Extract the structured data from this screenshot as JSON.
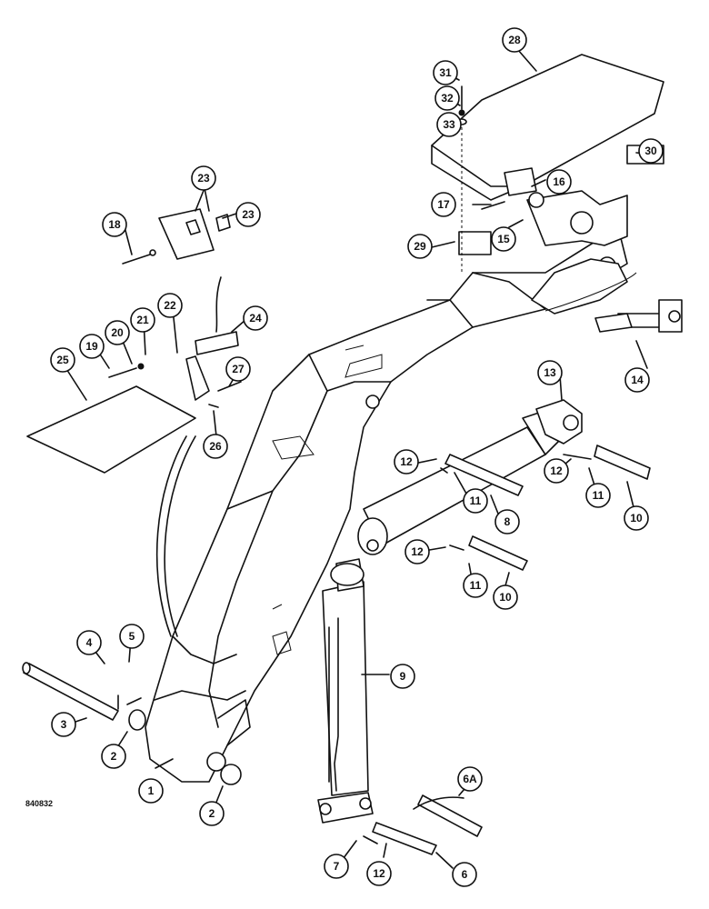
{
  "figure_code": "840832",
  "callouts": [
    "1",
    "2",
    "2",
    "3",
    "4",
    "5",
    "6",
    "6A",
    "7",
    "8",
    "9",
    "10",
    "10",
    "11",
    "11",
    "11",
    "12",
    "12",
    "12",
    "12",
    "13",
    "14",
    "15",
    "16",
    "17",
    "18",
    "19",
    "20",
    "21",
    "22",
    "23",
    "23",
    "24",
    "25",
    "26",
    "27",
    "28",
    "29",
    "30",
    "31",
    "32",
    "33"
  ]
}
